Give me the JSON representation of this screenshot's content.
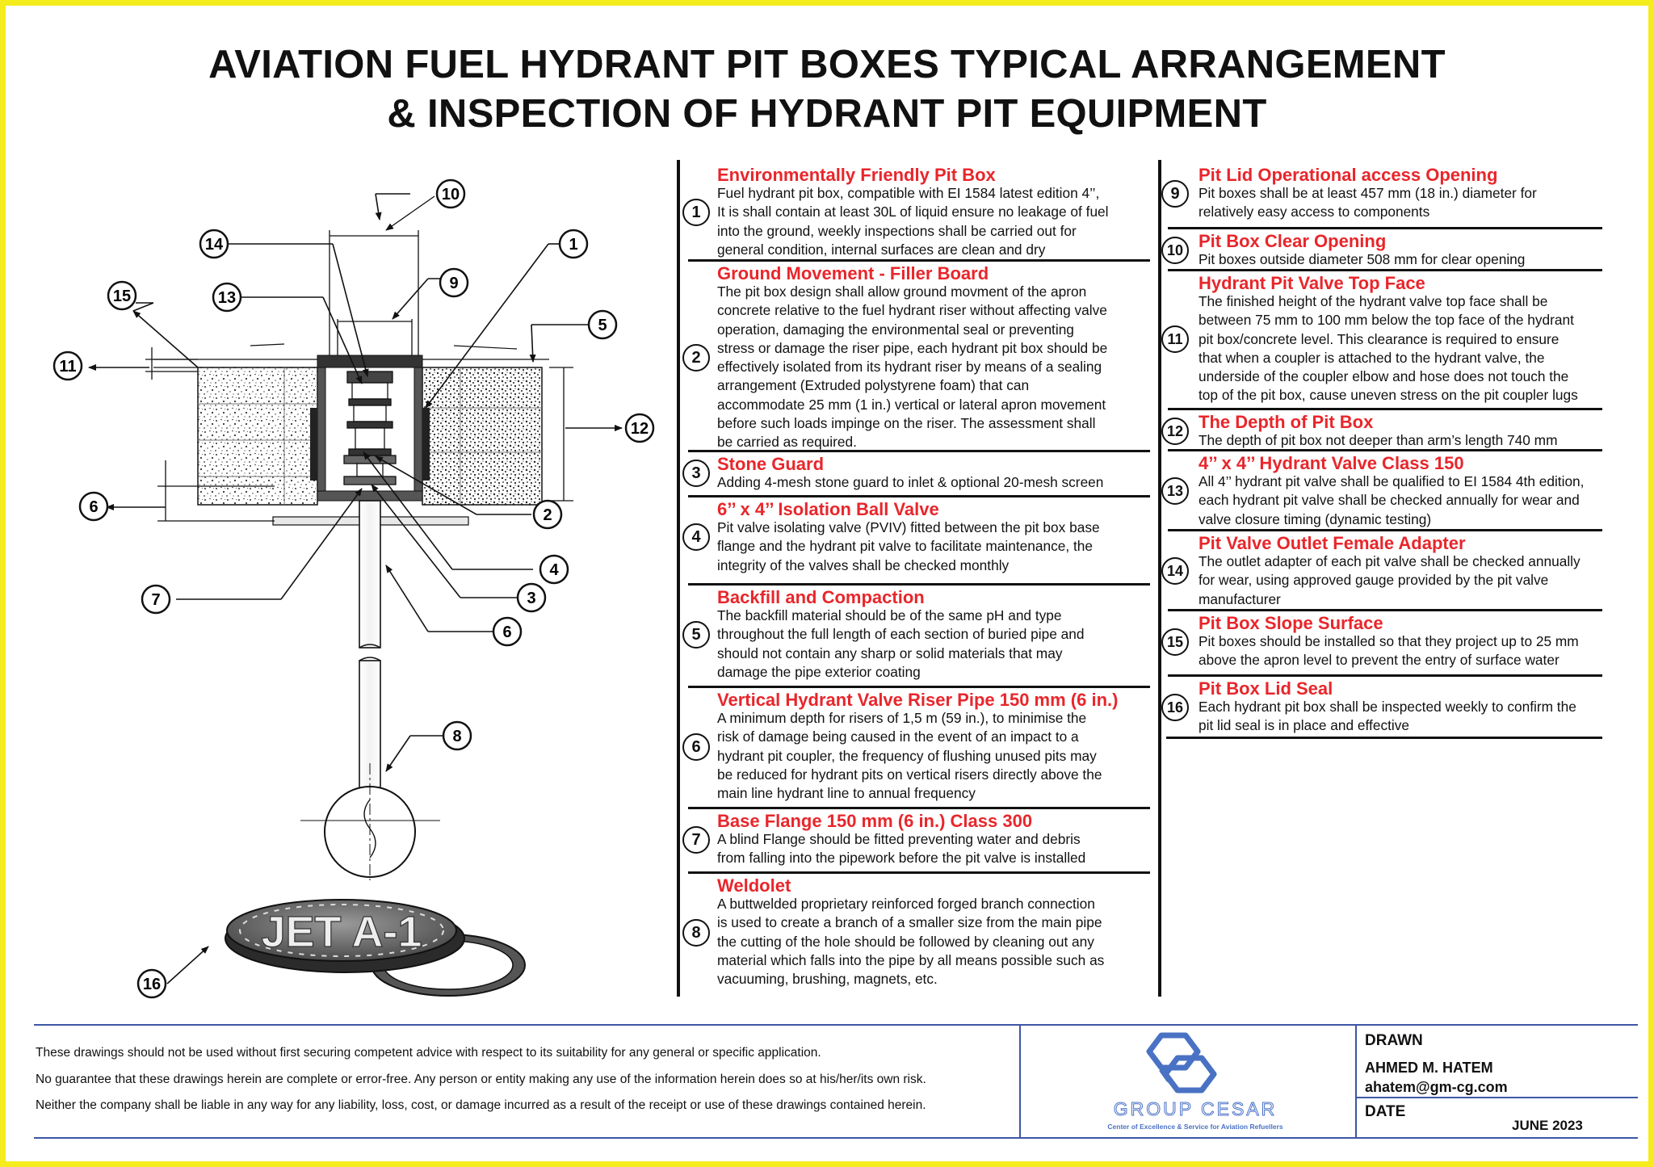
{
  "title": {
    "line1": "AVIATION FUEL HYDRANT PIT BOXES TYPICAL ARRANGEMENT",
    "line2": "& INSPECTION OF HYDRANT PIT EQUIPMENT"
  },
  "diagram": {
    "callouts": [
      "1",
      "2",
      "3",
      "4",
      "5",
      "6",
      "7",
      "8",
      "9",
      "10",
      "11",
      "12",
      "13",
      "14",
      "15",
      "16"
    ],
    "lid_text": "JET A-1"
  },
  "items_left": [
    {
      "num": "1",
      "title": "Environmentally Friendly Pit Box",
      "lines": [
        "Fuel hydrant pit box, compatible with EI 1584 latest edition 4’’,",
        "It is shall contain at least 30L of liquid ensure no leakage of fuel",
        "into the ground, weekly inspections shall be carried out for",
        "general condition, internal surfaces are clean and dry"
      ]
    },
    {
      "num": "2",
      "title": "Ground Movement - Filler Board",
      "lines": [
        "The pit box design shall allow ground movment of the apron",
        "concrete relative to the fuel hydrant riser without affecting valve",
        "operation, damaging the environmental seal or preventing",
        "stress or damage the riser pipe, each hydrant pit box should be",
        "effectively isolated from its hydrant riser by means of a sealing",
        "arrangement (Extruded polystyrene foam) that can",
        "accommodate 25 mm (1 in.) vertical or lateral apron movement",
        "before such loads impinge on the riser. The assessment shall",
        "be carried as required."
      ]
    },
    {
      "num": "3",
      "title": "Stone Guard",
      "lines": [
        "Adding 4-mesh stone guard to inlet & optional 20-mesh screen"
      ]
    },
    {
      "num": "4",
      "title": "6’’ x 4’’ Isolation Ball Valve",
      "lines": [
        "Pit valve isolating valve (PVIV) fitted between the pit box base",
        "flange and the hydrant pit valve to facilitate maintenance, the",
        "integrity of the valves shall be checked monthly"
      ]
    },
    {
      "num": "5",
      "title": "Backfill and Compaction",
      "lines": [
        "The backfill material should be of the same pH and type",
        "throughout the full length of each section of buried pipe and",
        "should not contain any sharp or solid materials that may",
        "damage the pipe exterior coating"
      ]
    },
    {
      "num": "6",
      "title": "Vertical Hydrant Valve Riser Pipe 150 mm (6 in.)",
      "lines": [
        "A minimum depth for risers of 1,5 m (59 in.), to minimise the",
        "risk of damage being caused in the event of an impact to a",
        "hydrant pit coupler, the frequency of flushing unused pits may",
        "be reduced for hydrant pits on vertical risers directly above the",
        "main line hydrant line to annual frequency"
      ]
    },
    {
      "num": "7",
      "title": "Base Flange 150 mm (6 in.) Class 300",
      "lines": [
        "A blind Flange should be fitted preventing water and debris",
        "from falling into the pipework before the pit valve is installed"
      ]
    },
    {
      "num": "8",
      "title": "Weldolet",
      "lines": [
        "A buttwelded proprietary reinforced forged branch connection",
        "is used to create a branch of a smaller size from the main pipe",
        "the cutting of the hole should be followed by cleaning out any",
        "material which falls into the pipe by all means possible such as",
        "vacuuming, brushing, magnets, etc."
      ]
    }
  ],
  "items_right": [
    {
      "num": "9",
      "title": "Pit Lid Operational access Opening",
      "lines": [
        "Pit boxes shall be at least 457 mm (18 in.) diameter for",
        "relatively easy access to components"
      ]
    },
    {
      "num": "10",
      "title": "Pit Box Clear Opening",
      "lines": [
        "Pit boxes outside diameter 508 mm for clear opening"
      ]
    },
    {
      "num": "11",
      "title": "Hydrant Pit Valve Top Face",
      "lines": [
        "The finished height of the hydrant valve top face shall be",
        "between 75 mm to 100 mm below the top face of the hydrant",
        "pit box/concrete level. This clearance is required to ensure",
        "that when a coupler is attached to the hydrant valve, the",
        "underside of the coupler elbow and hose does not touch the",
        "top of the pit box, cause uneven stress on the pit coupler lugs"
      ]
    },
    {
      "num": "12",
      "title": "The Depth of Pit Box",
      "lines": [
        "The depth of pit box not deeper than arm’s length 740 mm"
      ]
    },
    {
      "num": "13",
      "title": "4’’ x 4’’ Hydrant Valve Class 150",
      "lines": [
        "All 4’’ hydrant pit valve shall be qualified to EI 1584 4th edition,",
        "each hydrant pit valve shall be checked annually for wear and",
        "valve closure timing (dynamic testing)"
      ]
    },
    {
      "num": "14",
      "title": "Pit Valve Outlet Female Adapter",
      "lines": [
        "The outlet adapter of each pit valve shall be checked annually",
        "for wear, using approved gauge provided by the pit valve",
        "manufacturer"
      ]
    },
    {
      "num": "15",
      "title": "Pit Box Slope Surface",
      "lines": [
        "Pit boxes should be installed so that they project up to 25 mm",
        "above the apron level to prevent the entry of surface water"
      ]
    },
    {
      "num": "16",
      "title": "Pit Box Lid Seal",
      "lines": [
        "Each hydrant pit box shall be inspected weekly to confirm the",
        "pit lid seal is in place and effective"
      ]
    }
  ],
  "footer": {
    "disclaimer": [
      "These drawings should not be used without first securing competent advice with respect to its suitability for any general or specific application.",
      "No guarantee that these drawings herein are complete or error-free. Any person or entity making any use of the information herein does so at his/her/its own risk.",
      "Neither the company shall be liable in any way for any liability, loss, cost, or damage incurred as a result of the receipt or use of these drawings contained herein."
    ],
    "logo_name": "GROUP CESAR",
    "logo_tagline": "Center of Excellence & Service for Aviation Refuellers",
    "drawn_label": "DRAWN",
    "drawn_name": "AHMED M. HATEM",
    "drawn_email": "ahatem@gm-cg.com",
    "date_label": "DATE",
    "date_value": "JUNE 2023"
  },
  "colors": {
    "frame": "#f4ec1c",
    "heading": "#e8262b",
    "footer_line": "#3d56a6",
    "logo": "#4a72c4"
  }
}
